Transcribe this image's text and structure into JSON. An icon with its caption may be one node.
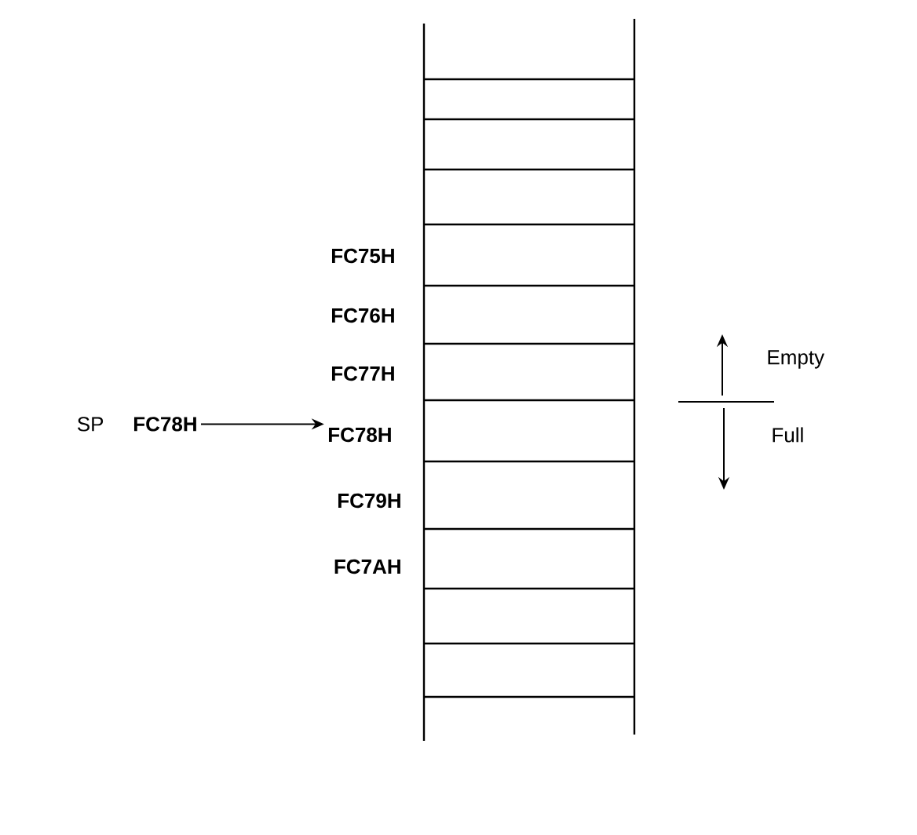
{
  "diagram": {
    "nodes": [
      {
        "text": [
          "FC78H"
        ],
        "beside": [
          "SP"
        ]
      },
      {
        "text": [
          "FC78H"
        ]
      }
    ],
    "edges": [
      {
        "from": 0,
        "to": 1,
        "arrow": "to"
      }
    ],
    "labels": [
      "FC75H",
      "FC76H",
      "FC77H",
      "FC79H",
      "FC7AH",
      "Empty",
      "Full"
    ]
  }
}
